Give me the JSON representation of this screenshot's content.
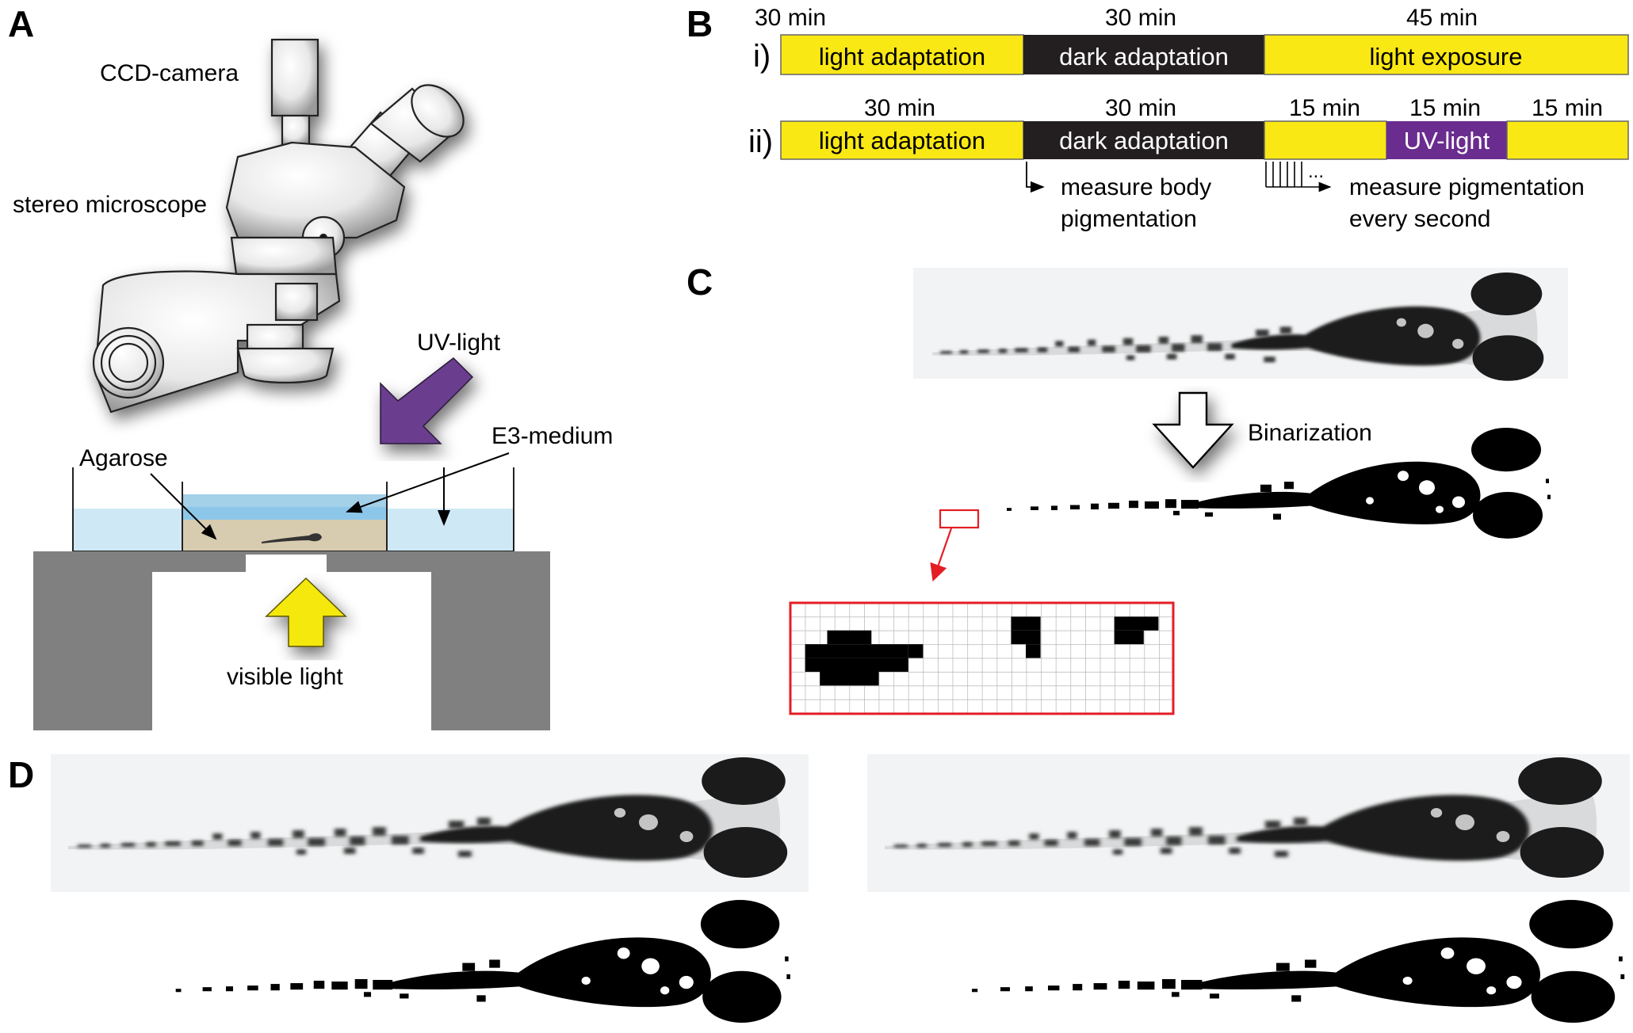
{
  "panels": {
    "a": "A",
    "b": "B",
    "c": "C",
    "d": "D"
  },
  "setup": {
    "camera": "CCD-camera",
    "microscope": "stereo microscope",
    "uv": "UV-light",
    "medium": "E3-medium",
    "agarose": "Agarose",
    "visible": "visible light"
  },
  "protocol": {
    "rows": [
      {
        "label": "i)",
        "segments": [
          {
            "duration": "30 min",
            "text": "light adaptation",
            "kind": "light"
          },
          {
            "duration": "30 min",
            "text": "dark adaptation",
            "kind": "dark"
          },
          {
            "duration": "45 min",
            "text": "light exposure",
            "kind": "light"
          }
        ]
      },
      {
        "label": "ii)",
        "segments": [
          {
            "duration": "30 min",
            "text": "light adaptation",
            "kind": "light"
          },
          {
            "duration": "30 min",
            "text": "dark adaptation",
            "kind": "dark"
          },
          {
            "duration": "15 min",
            "text": "",
            "kind": "light"
          },
          {
            "duration": "15 min",
            "text": "UV-light",
            "kind": "uv"
          },
          {
            "duration": "15 min",
            "text": "",
            "kind": "light"
          }
        ]
      }
    ],
    "measure_body": [
      "measure body",
      "pigmentation"
    ],
    "measure_every": [
      "measure pigmentation",
      "every second"
    ]
  },
  "binarization": "Binarization",
  "colors": {
    "light": "#f9e814",
    "dark": "#231f20",
    "uv": "#6a2c8f",
    "uv_arrow": "#6b3d8f",
    "visible_arrow": "#f5e80f",
    "zoom": "#e31e24",
    "stage": "#808080",
    "water": "#cfe8f5",
    "agarose": "#d7cbb0"
  },
  "icons": [
    "microscope-icon",
    "fish-icon",
    "uv-arrow-icon",
    "visible-light-arrow-icon",
    "down-arrow-icon"
  ]
}
